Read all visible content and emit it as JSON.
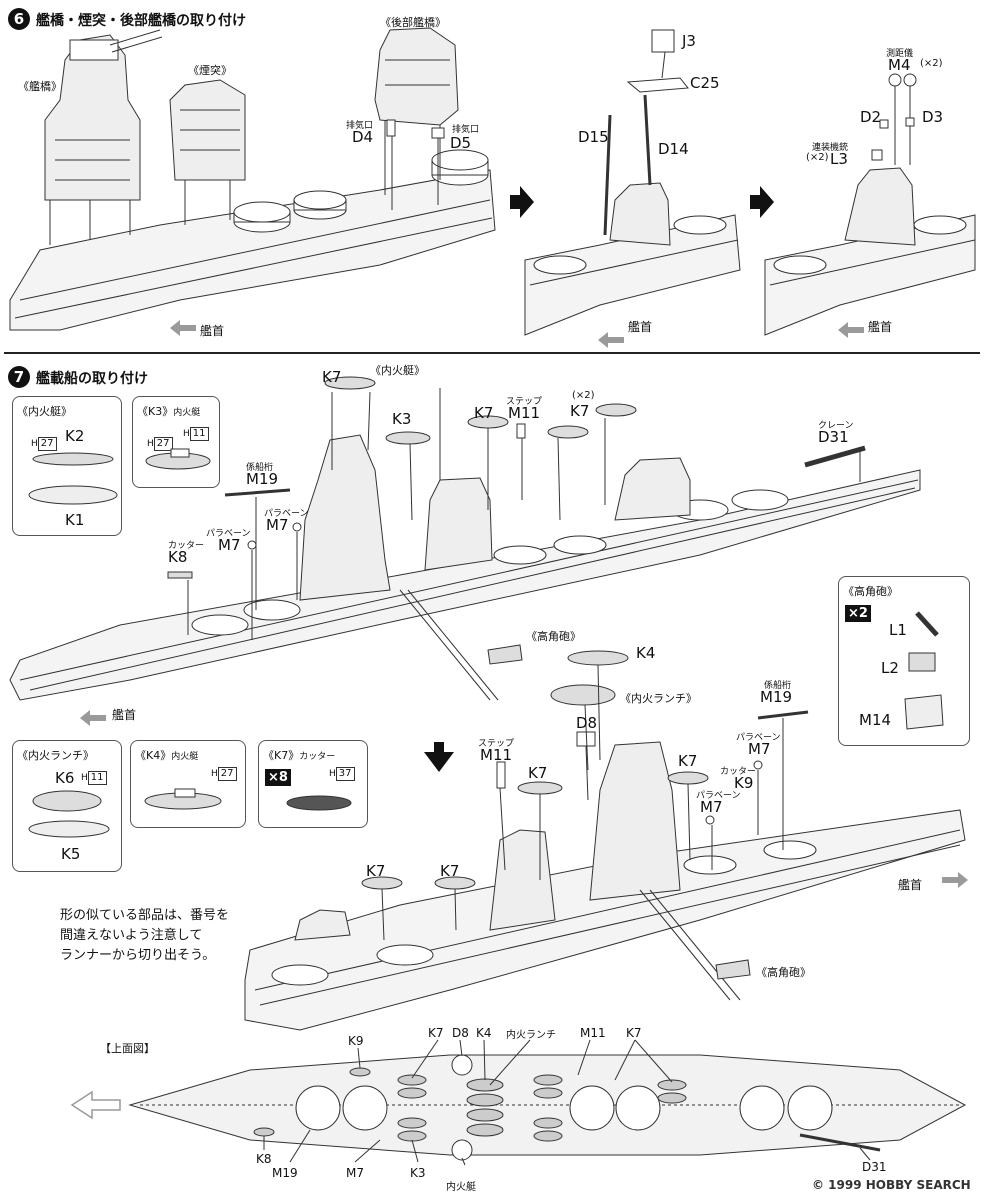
{
  "step6": {
    "number": "6",
    "title": "艦橋・煙突・後部艦橋の取り付け",
    "bridge": "《艦橋》",
    "funnel": "《煙突》",
    "aft_bridge": "《後部艦橋》",
    "exhaust1_note": "排気口",
    "exhaust1": "D4",
    "exhaust2_note": "排気口",
    "exhaust2": "D5",
    "bow": "艦首",
    "bow2": "艦首",
    "bow3": "艦首",
    "p_j3": "J3",
    "p_c25": "C25",
    "p_d15": "D15",
    "p_d14": "D14",
    "rangefinder_note": "測距儀",
    "p_m4": "M4",
    "m4_qty": "(×2)",
    "p_d2": "D2",
    "p_d3": "D3",
    "mg_note": "連装機銃",
    "l3_qty": "(×2)",
    "p_l3": "L3"
  },
  "step7": {
    "number": "7",
    "title": "艦載船の取り付け",
    "motorboat_box": {
      "title": "《内火艇》",
      "h": "H",
      "h_num": "27",
      "k2": "K2",
      "k1": "K1"
    },
    "k3_box": {
      "title": "《K3》",
      "sub": "内火艇",
      "h": "H",
      "h_num": "27",
      "h2": "H",
      "h2_num": "11"
    },
    "launch_box": {
      "title": "《内火ランチ》",
      "k6": "K6",
      "h": "H",
      "h_num": "11",
      "k5": "K5"
    },
    "k4_box": {
      "title": "《K4》",
      "sub": "内火艇",
      "h": "H",
      "h_num": "27"
    },
    "k7_box": {
      "title": "《K7》",
      "sub": "カッター",
      "qty": "×8",
      "h": "H",
      "h_num": "37"
    },
    "aa_box": {
      "title": "《高角砲》",
      "qty": "×2",
      "l1": "L1",
      "l2": "L2",
      "m14": "M14"
    },
    "upper": {
      "motorboat_title": "《内火艇》",
      "k7a": "K7",
      "k3": "K3",
      "k7b": "K7",
      "step_note": "ステップ",
      "m11": "M11",
      "qty2": "(×2)",
      "k7c": "K7",
      "crane_note": "クレーン",
      "d31": "D31",
      "boom_note": "係船桁",
      "m19": "M19",
      "paravane_note": "パラベーン",
      "m7a": "M7",
      "paravane_note2": "パラベーン",
      "m7b": "M7",
      "cutter_note": "カッター",
      "k8": "K8",
      "aa_title": "《高角砲》",
      "k4": "K4",
      "launch_title": "《内火ランチ》",
      "d8": "D8",
      "bow": "艦首"
    },
    "lower": {
      "step_note": "ステップ",
      "m11": "M11",
      "k7a": "K7",
      "k7b": "K7",
      "boom_note": "係船桁",
      "m19": "M19",
      "paravane_note": "パラベーン",
      "m7a": "M7",
      "cutter_note": "カッター",
      "k9": "K9",
      "paravane_note2": "パラベーン",
      "m7b": "M7",
      "k7c": "K7",
      "k7d": "K7",
      "bow": "艦首",
      "aa_title": "《高角砲》"
    },
    "note_lines": [
      "形の似ている部品は、番号を",
      "間違えないよう注意して",
      "ランナーから切り出そう。"
    ],
    "topview": {
      "title": "【上面図】",
      "k9": "K9",
      "k7a": "K7",
      "d8": "D8",
      "k4": "K4",
      "launch": "内火ランチ",
      "m11": "M11",
      "k7b": "K7",
      "k8": "K8",
      "m19": "M19",
      "m7": "M7",
      "k3": "K3",
      "motorboat": "内火艇",
      "d31": "D31"
    }
  },
  "watermark": "© 1999 HOBBY SEARCH",
  "colors": {
    "ink": "#111111",
    "line": "#333333",
    "arrow_gray": "#9a9a9a"
  }
}
